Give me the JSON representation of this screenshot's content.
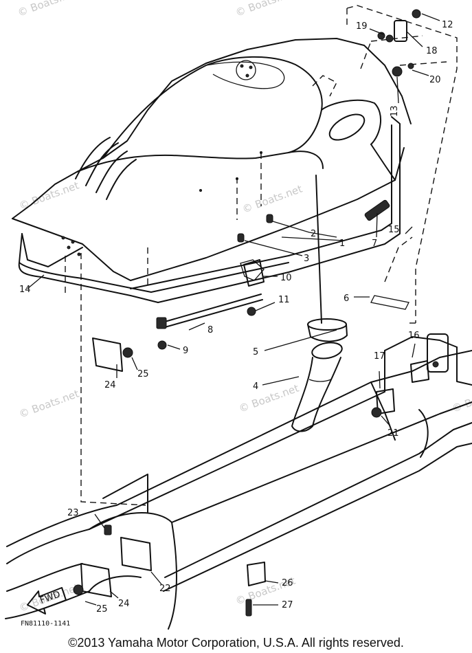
{
  "watermark": "© Boats.net",
  "drawing_code": "FN81110-1141",
  "fwd_label": "FWD",
  "copyright": "©2013 Yamaha Motor Corporation, U.S.A. All rights reserved.",
  "callouts": [
    "1",
    "2",
    "3",
    "4",
    "5",
    "6",
    "7",
    "8",
    "9",
    "10",
    "11",
    "12",
    "13",
    "14",
    "15",
    "16",
    "17",
    "18",
    "19",
    "20",
    "21",
    "22",
    "23",
    "24",
    "24",
    "25",
    "25",
    "26",
    "27"
  ]
}
